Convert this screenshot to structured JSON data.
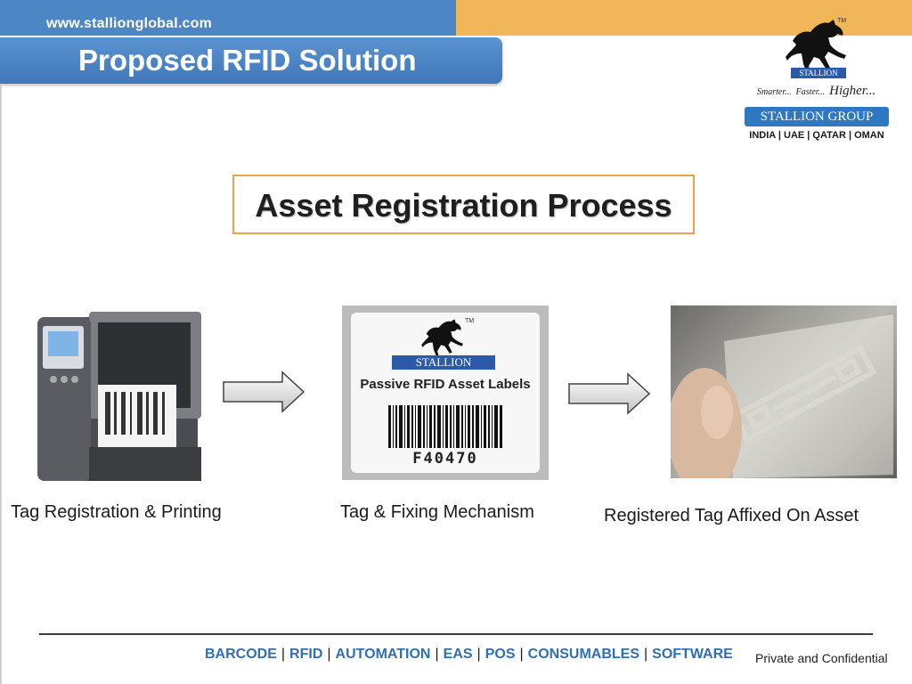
{
  "header": {
    "site_url": "www.stallionglobal.com",
    "title": "Proposed RFID Solution"
  },
  "logo": {
    "tm": "TM",
    "brand": "STALLION",
    "tagline": [
      "Smarter...",
      "Faster...",
      "Higher..."
    ],
    "group": "STALLION GROUP",
    "countries": "INDIA | UAE | QATAR | OMAN"
  },
  "section": {
    "title": "Asset Registration Process"
  },
  "steps": [
    {
      "caption": "Tag Registration & Printing",
      "image": "rfid-printer"
    },
    {
      "caption": "Tag & Fixing Mechanism",
      "image": "rfid-asset-label",
      "label": {
        "tm": "TM",
        "brand": "STALLION",
        "text": "Passive RFID Asset Labels",
        "code": "F40470"
      }
    },
    {
      "caption": "Registered Tag Affixed On Asset",
      "image": "rfid-tag-photo"
    }
  ],
  "footer": {
    "links": [
      "BARCODE",
      "RFID",
      "AUTOMATION",
      "EAS",
      "POS",
      "CONSUMABLES",
      "SOFTWARE"
    ],
    "confidential": "Private and Confidential"
  },
  "colors": {
    "blue": "#4d86c4",
    "orange": "#f2b65a",
    "box_border": "#f0a04b",
    "footer_link": "#2f6fb6"
  }
}
